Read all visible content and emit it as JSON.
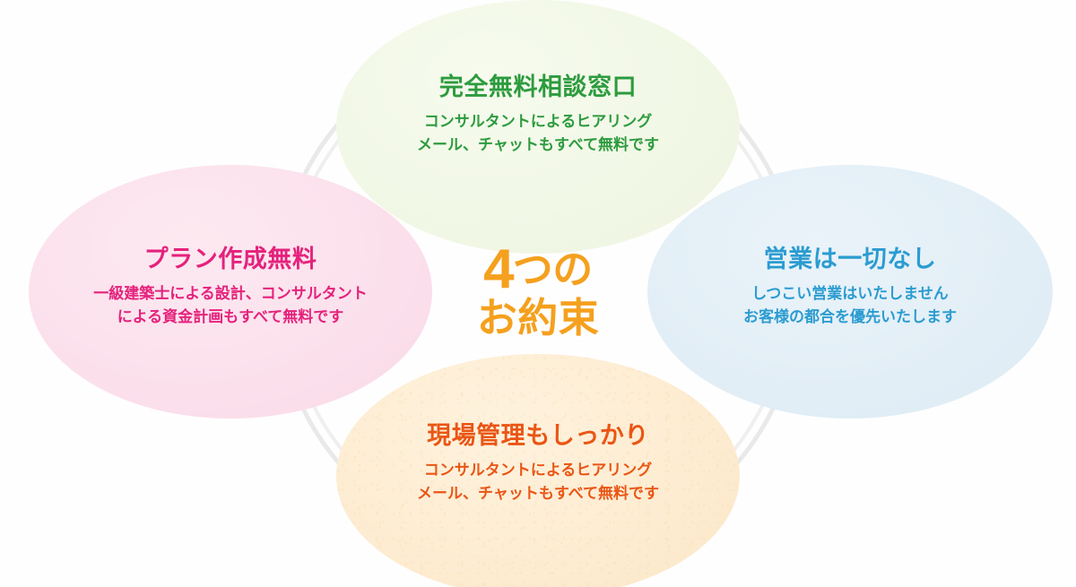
{
  "graphic": {
    "center": {
      "line1_number": "4",
      "line1_suffix": "つの",
      "line2": "お約束",
      "color": "#f5a01e"
    },
    "ring": {
      "icon": "connector-ring",
      "color": "#e8e8e8"
    },
    "bubbles": [
      {
        "id": "top",
        "title": "完全無料相談窓口",
        "body_line1": "コンサルタントによるヒアリング",
        "body_line2": "メール、チャットもすべて無料です",
        "fill": "#f1f7e5",
        "text_color": "#2d9b3e"
      },
      {
        "id": "left",
        "title": "プラン作成無料",
        "body_line1": "一級建築士による設計、コンサルタント",
        "body_line2": "による資金計画もすべて無料です",
        "fill": "#fbe0ec",
        "text_color": "#e5227c"
      },
      {
        "id": "right",
        "title": "営業は一切なし",
        "body_line1": "しつこい営業はいたしません",
        "body_line2": "お客様の都合を優先いたします",
        "fill": "#e2eef6",
        "text_color": "#2b9cd1"
      },
      {
        "id": "bottom",
        "title": "現場管理もしっかり",
        "body_line1": "コンサルタントによるヒアリング",
        "body_line2": "メール、チャットもすべて無料です",
        "fill": "#fdecd1",
        "text_color": "#ea5514"
      }
    ]
  }
}
